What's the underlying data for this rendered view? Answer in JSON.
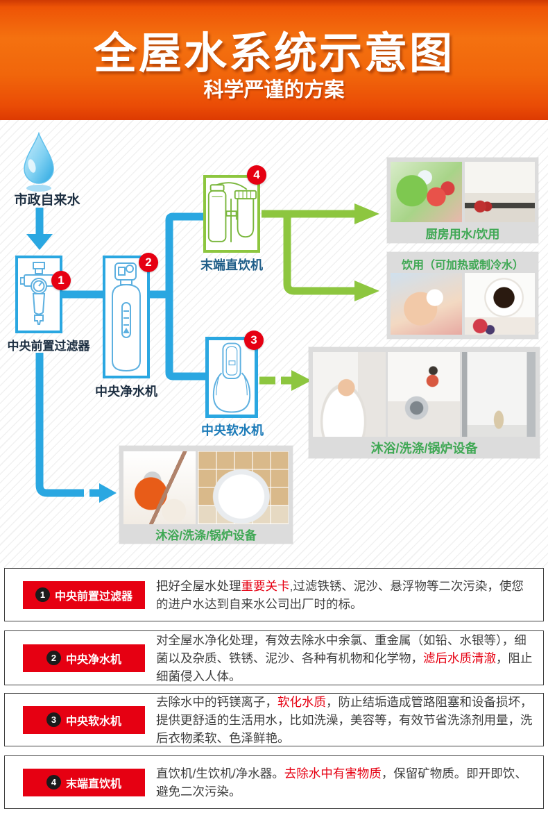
{
  "colors": {
    "header_orange": "#f1660b",
    "pipe_blue": "#2aa7e1",
    "pipe_green": "#8dc63f",
    "card_label_green": "#3fa854",
    "badge_red": "#e60012",
    "dark_label": "#1d2f42"
  },
  "header": {
    "title": "全屋水系统示意图",
    "subtitle": "科学严谨的方案"
  },
  "diagram": {
    "source": {
      "label": "市政自来水"
    },
    "devices": {
      "prefilter": {
        "num": "1",
        "label": "中央前置过滤器"
      },
      "purifier": {
        "num": "2",
        "label": "中央净水机"
      },
      "softener": {
        "num": "3",
        "label": "中央软水机"
      },
      "drinking": {
        "num": "4",
        "label": "末端直饮机"
      }
    },
    "cards": {
      "kitchen": {
        "label": "厨房用水/饮用",
        "photos": [
          "washing-vegetables",
          "kitchen-sink"
        ]
      },
      "drinking": {
        "label": "饮用（可加热或制冷水）",
        "photos": [
          "baby-bottle",
          "coffee-cup"
        ]
      },
      "bath": {
        "label": "沐浴/洗涤/锅炉设备",
        "photos": [
          "bathtub",
          "laundry",
          "boiler"
        ]
      },
      "cleaning": {
        "label": "沐浴/洗涤/锅炉设备",
        "photos": [
          "spin-mop",
          "smart-toilet"
        ]
      }
    }
  },
  "info_blocks": [
    {
      "num": "1",
      "title": "中央前置过滤器",
      "desc": [
        {
          "text": "把好全屋水处理"
        },
        {
          "text": "重要关卡",
          "red": true
        },
        {
          "text": ",过滤铁锈、泥沙、悬浮物等二次污染，使您的进户水达到自来水公司出厂时的标。"
        }
      ]
    },
    {
      "num": "2",
      "title": "中央净水机",
      "desc": [
        {
          "text": "对全屋水净化处理，有效去除水中余氯、重金属（如铅、水银等），细菌以及杂质、铁锈、泥沙、各种有机物和化学物，"
        },
        {
          "text": "滤后水质清澈",
          "red": true
        },
        {
          "text": "，阻止细菌侵入人体。"
        }
      ]
    },
    {
      "num": "3",
      "title": "中央软水机",
      "desc": [
        {
          "text": "去除水中的钙镁离子，"
        },
        {
          "text": "软化水质",
          "red": true
        },
        {
          "text": "，防止结垢造成管路阻塞和设备损坏，提供更舒适的生活用水，比如洗澡，美容等，有效节省洗涤剂用量，洗后衣物柔软、色泽鲜艳。"
        }
      ]
    },
    {
      "num": "4",
      "title": "末端直饮机",
      "desc": [
        {
          "text": "直饮机/生饮机/净水器。"
        },
        {
          "text": "去除水中有害物质",
          "red": true
        },
        {
          "text": "，保留矿物质。即开即饮、避免二次污染。"
        }
      ]
    }
  ]
}
